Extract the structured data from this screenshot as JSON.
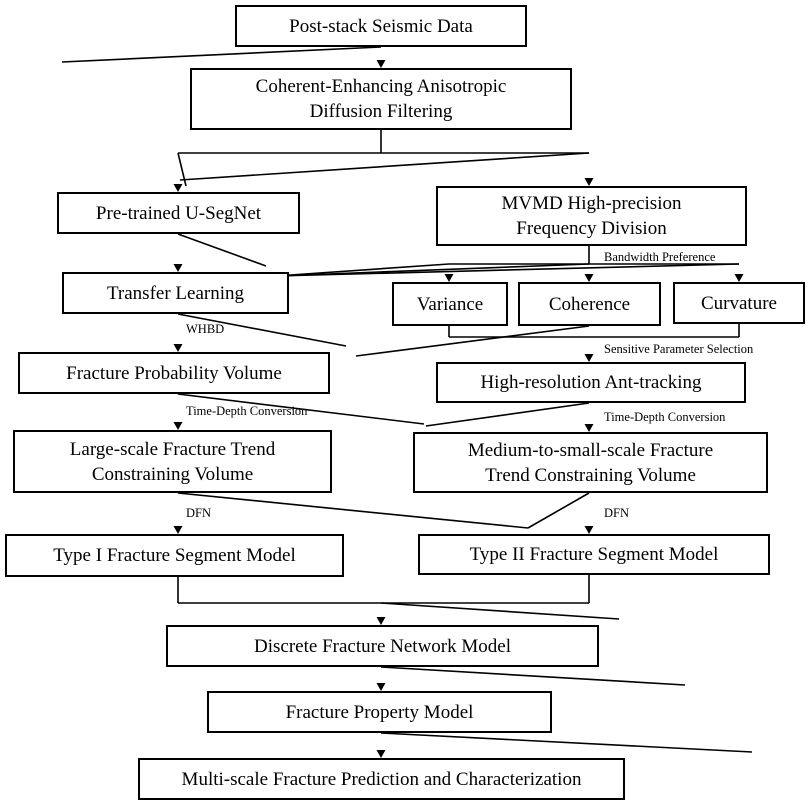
{
  "nodes": {
    "post_stack": [
      "Post-stack Seismic Data"
    ],
    "ced_filter": [
      "Coherent-Enhancing Anisotropic",
      "Diffusion Filtering"
    ],
    "pretrained": [
      "Pre-trained U-SegNet"
    ],
    "transfer": [
      "Transfer Learning"
    ],
    "fpv": [
      "Fracture Probability Volume"
    ],
    "large_scale": [
      "Large-scale Fracture Trend",
      "Constraining Volume"
    ],
    "type1": [
      "Type I Fracture Segment Model"
    ],
    "mvmd": [
      "MVMD High-precision",
      "Frequency Division"
    ],
    "variance": [
      "Variance"
    ],
    "coherence": [
      "Coherence"
    ],
    "curvature": [
      "Curvature"
    ],
    "ant_tracking": [
      "High-resolution Ant-tracking"
    ],
    "medium_scale": [
      "Medium-to-small-scale Fracture",
      "Trend Constraining Volume"
    ],
    "type2": [
      "Type II Fracture Segment Model"
    ],
    "dfn_model": [
      "Discrete Fracture Network Model"
    ],
    "property": [
      "Fracture Property Model"
    ],
    "multiscale": [
      "Multi-scale Fracture Prediction and Characterization"
    ]
  },
  "edge_labels": {
    "whbd": "WHBD",
    "tdc_left": "Time-Depth Conversion",
    "dfn_left": "DFN",
    "bandwidth": "Bandwidth Preference",
    "sensitive": "Sensitive Parameter Selection",
    "tdc_right": "Time-Depth Conversion",
    "dfn_right": "DFN"
  }
}
